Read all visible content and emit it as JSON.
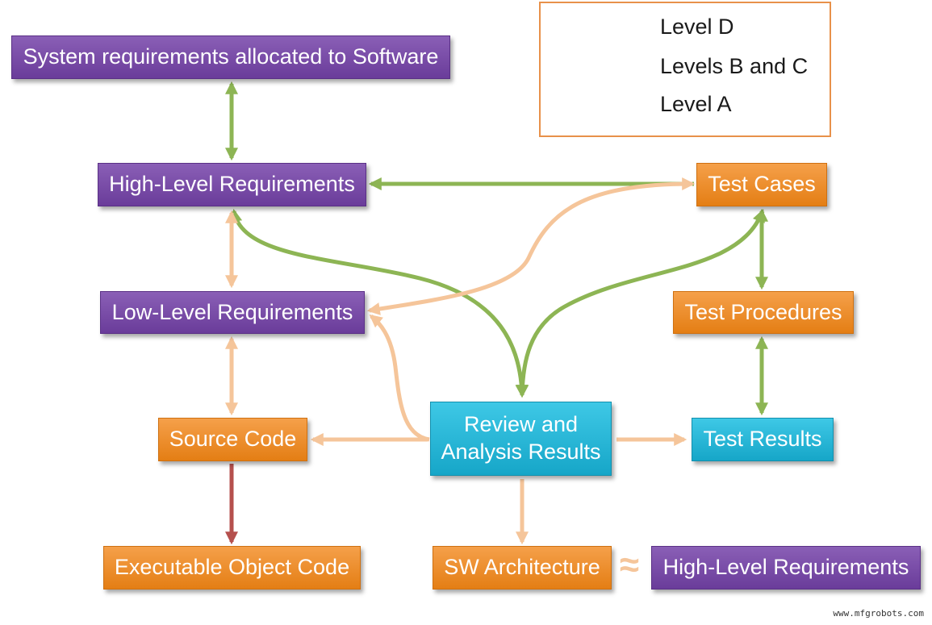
{
  "legend": {
    "items": [
      {
        "label": "Level D",
        "color": "#8db554"
      },
      {
        "label": "Levels B and C",
        "color": "#f5c59a"
      },
      {
        "label": "Level A",
        "color": "#b5504d"
      }
    ]
  },
  "nodes": {
    "system_requirements": "System requirements allocated to Software",
    "high_level_requirements": "High-Level Requirements",
    "test_cases": "Test Cases",
    "low_level_requirements": "Low-Level Requirements",
    "test_procedures": "Test Procedures",
    "review_analysis_results": "Review and\nAnalysis Results",
    "source_code": "Source Code",
    "test_results": "Test Results",
    "executable_object_code": "Executable Object Code",
    "sw_architecture": "SW Architecture",
    "high_level_requirements_2": "High-Level Requirements"
  },
  "approx_symbol": "≈",
  "watermark": "www.mfgrobots.com"
}
